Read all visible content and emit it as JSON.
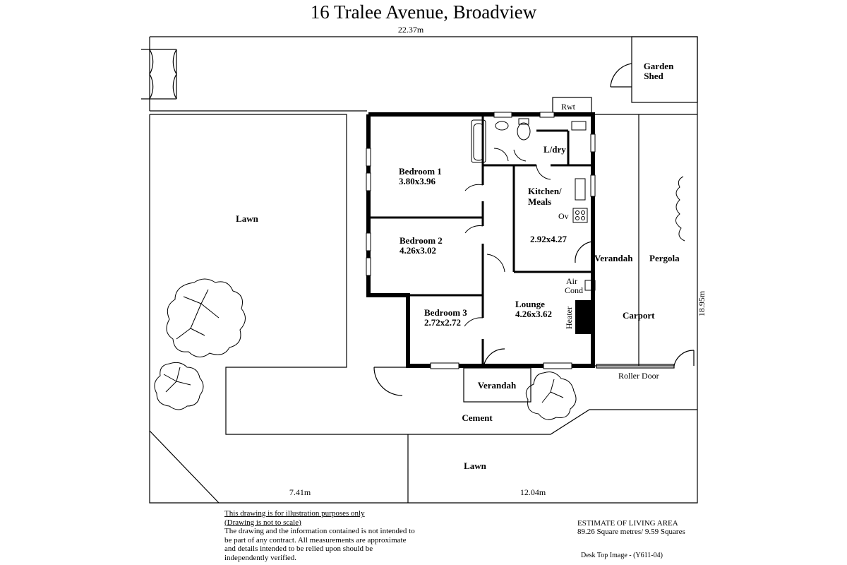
{
  "title": "16 Tralee Avenue,  Broadview",
  "dimensions": {
    "top_width": "22.37m",
    "right_depth": "18.95m",
    "bottom_left": "7.41m",
    "bottom_right": "12.04m"
  },
  "rooms": {
    "bedroom1": {
      "name": "Bedroom 1",
      "size": "3.80x3.96"
    },
    "bedroom2": {
      "name": "Bedroom 2",
      "size": "4.26x3.02"
    },
    "bedroom3": {
      "name": "Bedroom 3",
      "size": "2.72x2.72"
    },
    "kitchen": {
      "name_line1": "Kitchen/",
      "name_line2": "Meals",
      "size": "2.92x4.27"
    },
    "lounge": {
      "name": "Lounge",
      "size": "4.26x3.62"
    },
    "laundry": "L/dry"
  },
  "areas": {
    "lawn_left": "Lawn",
    "lawn_bottom": "Lawn",
    "cement": "Cement",
    "verandah_side": "Verandah",
    "verandah_front": "Verandah",
    "pergola": "Pergola",
    "carport": "Carport",
    "garden_shed_line1": "Garden",
    "garden_shed_line2": "Shed",
    "rwt": "Rwt",
    "roller_door": "Roller Door",
    "air_cond_line1": "Air",
    "air_cond_line2": "Cond",
    "heater": "Heater",
    "oven": "Ov"
  },
  "disclaimer": {
    "line1": "This drawing is for illustration purposes only",
    "line2": "(Drawing is not to scale)",
    "body": "The drawing and the information contained is not intended to be part of any contract.  All measurements are approximate and details intended to be relied upon should be independently verified."
  },
  "estimate": {
    "heading": "ESTIMATE OF LIVING AREA",
    "value": "89.26 Square metres/  9.59 Squares"
  },
  "image_ref": "Desk Top Image -   (Y611-04)"
}
